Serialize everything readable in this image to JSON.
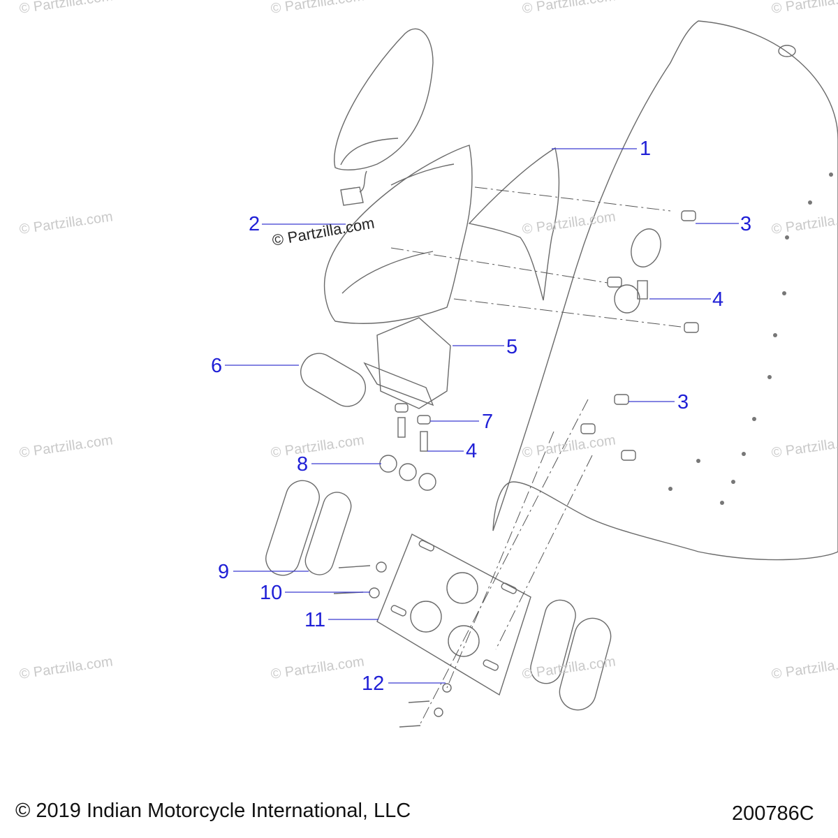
{
  "callouts": [
    {
      "label": "1"
    },
    {
      "label": "2"
    },
    {
      "label": "3"
    },
    {
      "label": "4"
    },
    {
      "label": "5"
    },
    {
      "label": "6"
    },
    {
      "label": "7"
    },
    {
      "label": "4"
    },
    {
      "label": "8"
    },
    {
      "label": "9"
    },
    {
      "label": "10"
    },
    {
      "label": "11"
    },
    {
      "label": "3"
    },
    {
      "label": "12"
    }
  ],
  "watermark": "© Partzilla.com",
  "footer": {
    "copyright": "© 2019 Indian Motorcycle International, LLC",
    "diagram_code": "200786C"
  },
  "colors": {
    "callout_text": "#1f1fd6",
    "leader_line": "#3a3ad0",
    "part_outline": "#555555",
    "watermark": "#c9c9c9"
  }
}
